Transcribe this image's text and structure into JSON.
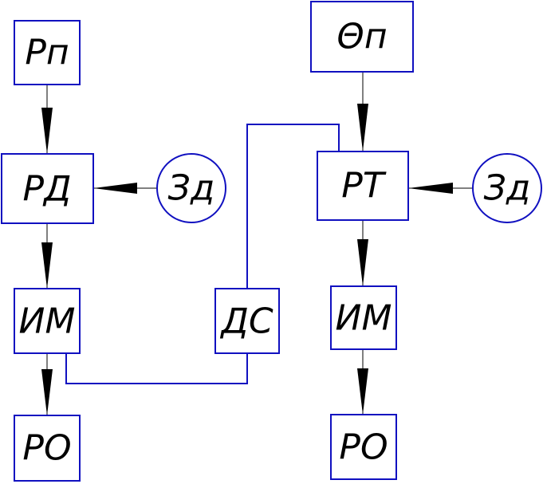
{
  "blocks": {
    "rp": "Рп",
    "rd": "РД",
    "im_left": "ИМ",
    "ro_left": "РО",
    "zd_left": "Зд",
    "ds": "ДС",
    "thetap": "Θп",
    "rt": "РТ",
    "zd_right": "Зд",
    "im_right": "ИМ",
    "ro_right": "РО"
  },
  "colors": {
    "line": "#1010c0",
    "arrow": "#000000"
  }
}
